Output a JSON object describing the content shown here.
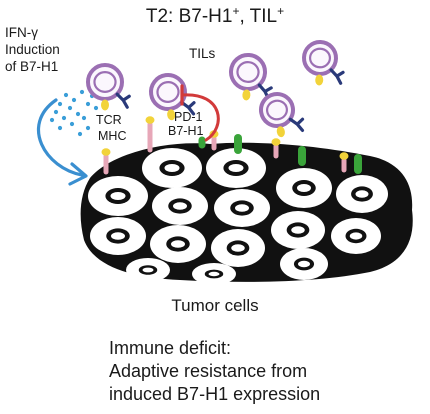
{
  "title": {
    "main": "T2: B7-H1",
    "sup1": "+",
    "mid": ", TIL",
    "sup2": "+"
  },
  "labels": {
    "ifn_lines": [
      "IFN-γ",
      "Induction",
      "of B7-H1"
    ],
    "tils": "TILs",
    "tcr": "TCR",
    "mhc": "MHC",
    "pd1": "PD-1",
    "b7h1": "B7-H1",
    "tumor": "Tumor cells"
  },
  "caption_lines": [
    "Immune deficit:",
    "Adaptive resistance from",
    "induced B7-H1 expression"
  ],
  "colors": {
    "til_membrane": "#9b6fb3",
    "til_fill": "#fbf7fd",
    "tcr_receptor": "#2a3a7a",
    "yellow_marker": "#f2d33a",
    "mhc_stalk": "#e7a7b8",
    "b7h1_marker": "#3aa43a",
    "pd1_line": "#d23a3a",
    "cytokine_dots": "#3a9ed8",
    "arrow": "#3a8fd0",
    "outline": "#111111"
  }
}
